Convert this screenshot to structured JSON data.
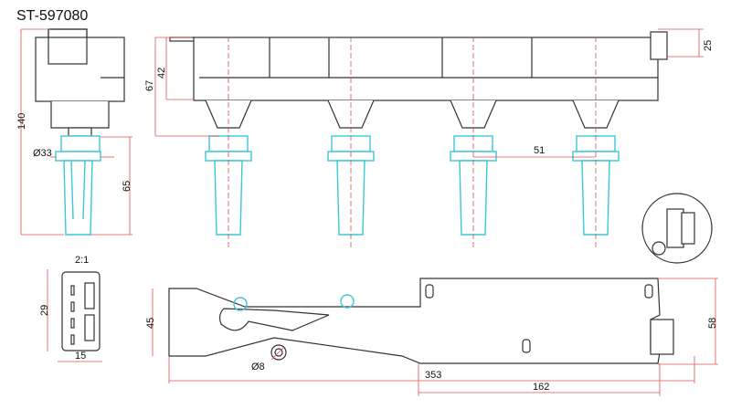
{
  "title": "ST-597080",
  "dimensions": {
    "overall_height": "140",
    "boot_diameter": "Ø33",
    "boot_length": "65",
    "body_height": "67",
    "housing_height": "42",
    "coil_spacing": "51",
    "connector_offset": "25",
    "connector_scale": "2:1",
    "connector_height": "29",
    "connector_width": "15",
    "base_width": "45",
    "total_width": "58",
    "mount_hole": "Ø8",
    "total_length": "353",
    "mount_spacing": "162"
  },
  "colors": {
    "outline": "#333333",
    "boot": "#3cc6d6",
    "dimension": "#e05050"
  }
}
